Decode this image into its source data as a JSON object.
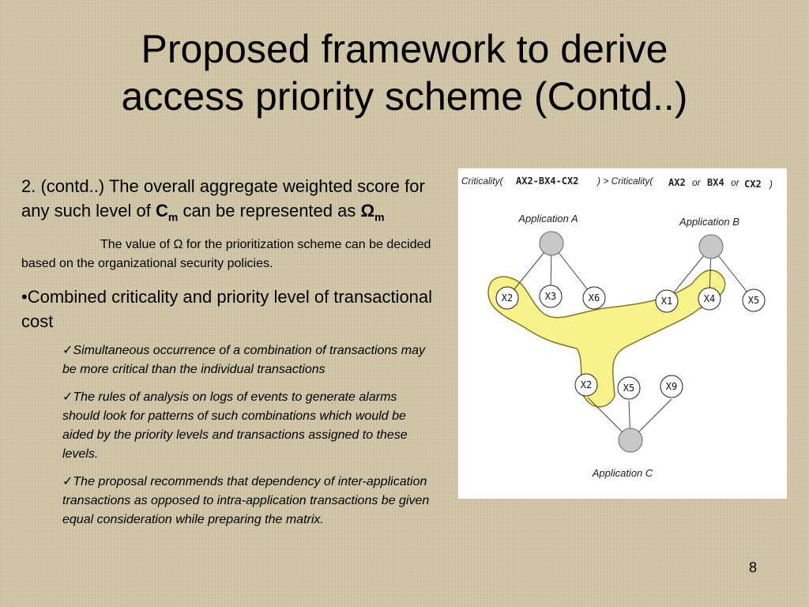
{
  "slide": {
    "title_line1": "Proposed framework to derive",
    "title_line2": "access priority scheme (Contd..)",
    "page_number": "8"
  },
  "body": {
    "item2_prefix": "2. (contd..) The overall aggregate weighted score for any such level of ",
    "c_symbol": "C",
    "c_sub": "m",
    "item2_mid": " can be represented as ",
    "omega_symbol": "Ω",
    "omega_sub": "m",
    "omega_note": "The value of Ω for the prioritization scheme can be decided based on the organizational security policies.",
    "bullet": "•Combined criticality and priority level of transactional cost",
    "check_mark": "✓",
    "subpoints": [
      "Simultaneous occurrence of a combination of transactions may be more critical than the individual transactions",
      "The rules of analysis on logs of events to generate alarms should look for patterns of such combinations which would be aided by the priority levels and transactions assigned to these levels.",
      "The proposal recommends that dependency of inter-application transactions as opposed to intra-application transactions be given equal consideration while preparing the matrix."
    ]
  },
  "diagram": {
    "header_left_label": "Criticality(",
    "header_left_expr": "AX2-BX4-CX2",
    "header_gt": ") > Criticality(",
    "header_a": "AX2",
    "header_or1": "or",
    "header_b": "BX4",
    "header_or2": "or",
    "header_c": "CX2",
    "header_close": ")",
    "app_a_label": "Application A",
    "app_b_label": "Application B",
    "app_c_label": "Application C",
    "nodes_a": [
      "X2",
      "X3",
      "X6"
    ],
    "nodes_b": [
      "X1",
      "X4",
      "X5"
    ],
    "nodes_c": [
      "X2",
      "X5",
      "X9"
    ],
    "highlight_color": "#f7f28a",
    "highlight_stroke": "#7f7a20",
    "app_node_fill": "#c8c8c8"
  }
}
